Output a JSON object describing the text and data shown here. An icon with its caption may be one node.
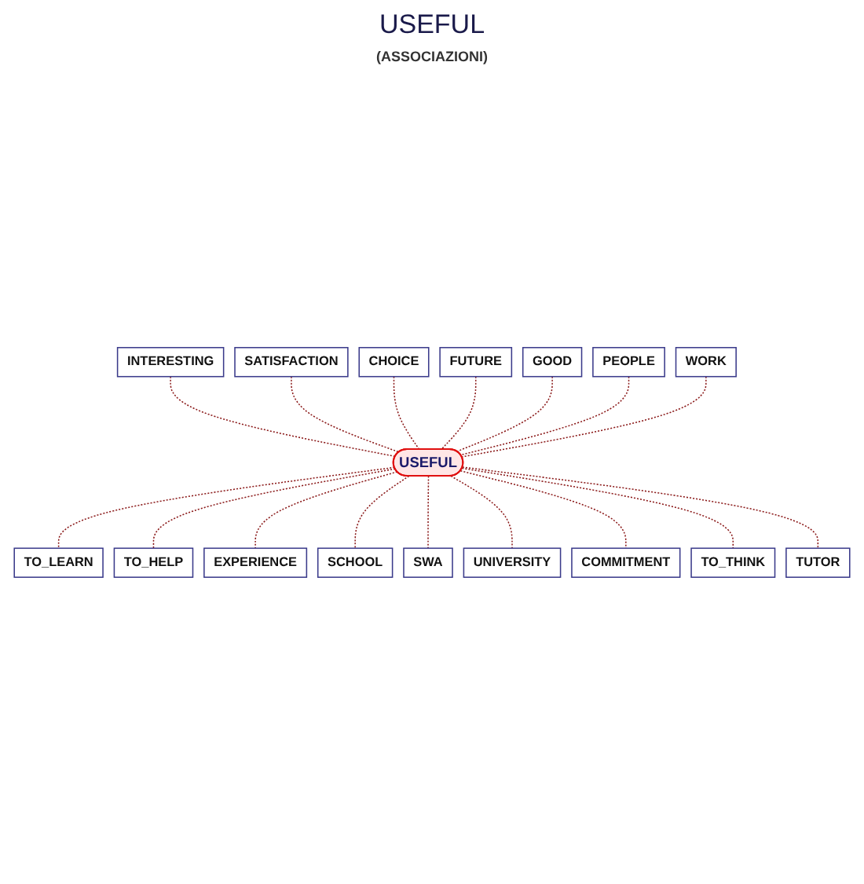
{
  "diagram": {
    "title": "USEFUL",
    "caption": "(ASSOCIAZIONI)",
    "nodes": [
      {
        "text": [
          "INTERESTING"
        ]
      },
      {
        "text": [
          "SATISFACTION"
        ]
      },
      {
        "text": [
          "CHOICE"
        ]
      },
      {
        "text": [
          "FUTURE"
        ]
      },
      {
        "text": [
          "GOOD"
        ]
      },
      {
        "text": [
          "PEOPLE"
        ]
      },
      {
        "text": [
          "WORK"
        ]
      },
      {
        "text": [
          "USEFUL"
        ]
      },
      {
        "text": [
          "TO_LEARN"
        ]
      },
      {
        "text": [
          "TO_HELP"
        ]
      },
      {
        "text": [
          "EXPERIENCE"
        ]
      },
      {
        "text": [
          "SCHOOL"
        ]
      },
      {
        "text": [
          "SWA"
        ]
      },
      {
        "text": [
          "UNIVERSITY"
        ]
      },
      {
        "text": [
          "COMMITMENT"
        ]
      },
      {
        "text": [
          "TO_THINK"
        ]
      },
      {
        "text": [
          "TUTOR"
        ]
      }
    ],
    "edges": [
      {
        "from": 0,
        "to": 7,
        "arrow": "none",
        "style": "dashed"
      },
      {
        "from": 1,
        "to": 7,
        "arrow": "none",
        "style": "dashed"
      },
      {
        "from": 2,
        "to": 7,
        "arrow": "none",
        "style": "dashed"
      },
      {
        "from": 3,
        "to": 7,
        "arrow": "none",
        "style": "dashed"
      },
      {
        "from": 4,
        "to": 7,
        "arrow": "none",
        "style": "dashed"
      },
      {
        "from": 5,
        "to": 7,
        "arrow": "none",
        "style": "dashed"
      },
      {
        "from": 6,
        "to": 7,
        "arrow": "none",
        "style": "dashed"
      },
      {
        "from": 7,
        "to": 8,
        "arrow": "none",
        "style": "dashed"
      },
      {
        "from": 7,
        "to": 9,
        "arrow": "none",
        "style": "dashed"
      },
      {
        "from": 7,
        "to": 10,
        "arrow": "none",
        "style": "dashed"
      },
      {
        "from": 7,
        "to": 11,
        "arrow": "none",
        "style": "dashed"
      },
      {
        "from": 7,
        "to": 12,
        "arrow": "none",
        "style": "dashed"
      },
      {
        "from": 7,
        "to": 13,
        "arrow": "none",
        "style": "dashed"
      },
      {
        "from": 7,
        "to": 14,
        "arrow": "none",
        "style": "dashed"
      },
      {
        "from": 7,
        "to": 15,
        "arrow": "none",
        "style": "dashed"
      },
      {
        "from": 7,
        "to": 16,
        "arrow": "none",
        "style": "dashed"
      }
    ]
  }
}
